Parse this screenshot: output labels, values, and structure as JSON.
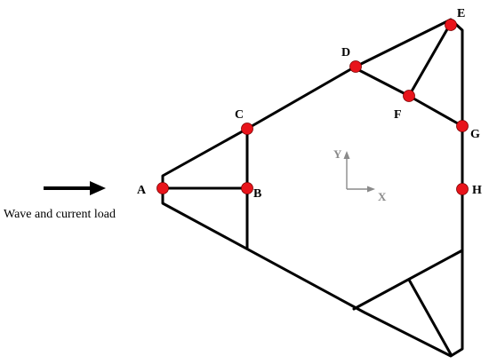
{
  "colors": {
    "structure": "#000000",
    "node_fill": "#e8141b",
    "axis": "#8a8a8a",
    "text": "#000000"
  },
  "nodes": [
    {
      "id": "A",
      "label": "A"
    },
    {
      "id": "B",
      "label": "B"
    },
    {
      "id": "C",
      "label": "C"
    },
    {
      "id": "D",
      "label": "D"
    },
    {
      "id": "E",
      "label": "E"
    },
    {
      "id": "F",
      "label": "F"
    },
    {
      "id": "G",
      "label": "G"
    },
    {
      "id": "H",
      "label": "H"
    }
  ],
  "axes": {
    "x_label": "X",
    "y_label": "Y"
  },
  "load": {
    "label": "Wave and current load",
    "arrow_icon": "right-arrow-icon"
  }
}
